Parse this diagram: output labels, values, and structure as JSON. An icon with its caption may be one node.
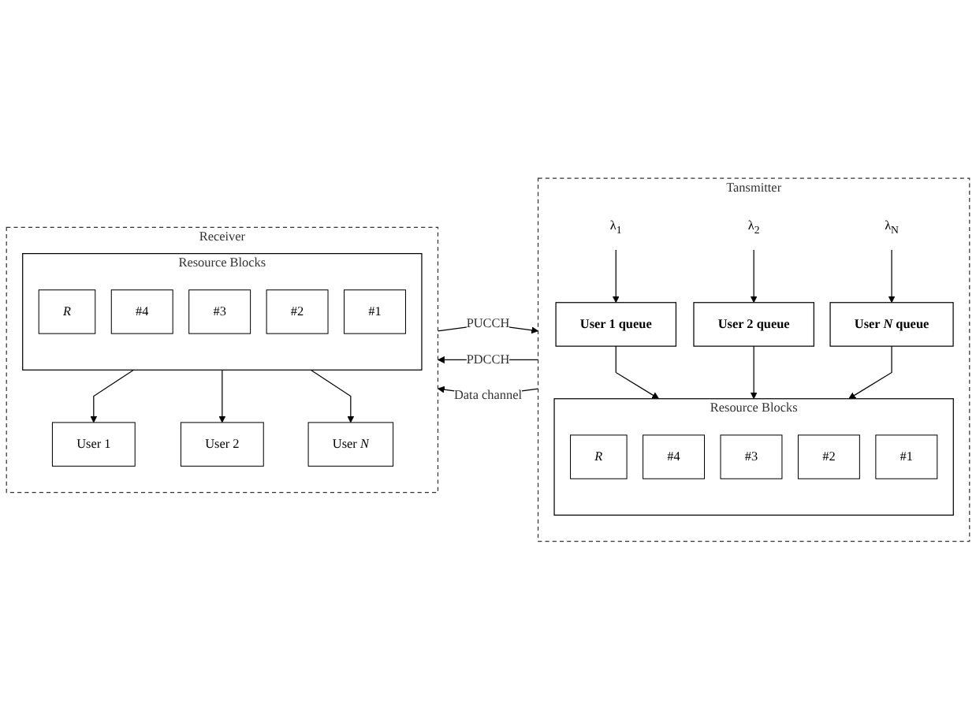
{
  "diagram": {
    "nodes": [
      {
        "text": [
          "Tansmitter"
        ]
      },
      {
        "text": [
          "λ$_{1}$"
        ],
        "in": 0
      },
      {
        "text": [
          "User 1 queue"
        ],
        "in": 0
      },
      {
        "text": [
          "λ$_{2}$"
        ],
        "in": 0
      },
      {
        "text": [
          "User 2 queue"
        ],
        "in": 0
      },
      {
        "text": [
          "λ$_{N}$"
        ],
        "in": 0
      },
      {
        "text": [
          "User *N* queue"
        ],
        "in": 0
      },
      {
        "text": [
          "Resource Blocks"
        ],
        "in": 0
      },
      {
        "text": [
          "R"
        ],
        "in": 7
      },
      {
        "text": [
          "#4"
        ],
        "in": 7
      },
      {
        "text": [
          "#3"
        ],
        "in": 7
      },
      {
        "text": [
          "#2"
        ],
        "in": 7
      },
      {
        "text": [
          "#1"
        ],
        "in": 7
      },
      {
        "text": [
          "Receiver"
        ]
      },
      {
        "text": [
          "Resource Blocks"
        ],
        "in": 13
      },
      {
        "text": [
          "R"
        ],
        "in": 14
      },
      {
        "text": [
          "#4"
        ],
        "in": 14
      },
      {
        "text": [
          "#3"
        ],
        "in": 14
      },
      {
        "text": [
          "#2"
        ],
        "in": 14
      },
      {
        "text": [
          "#1"
        ],
        "in": 14
      },
      {
        "text": [
          "User 1"
        ],
        "in": 13
      },
      {
        "text": [
          "User 2"
        ],
        "in": 13
      },
      {
        "text": [
          "User *N*"
        ],
        "in": 13
      }
    ],
    "edges": [
      {
        "from": 1,
        "to": 2,
        "arrow": "to"
      },
      {
        "from": 3,
        "to": 4,
        "arrow": "to"
      },
      {
        "from": 5,
        "to": 6,
        "arrow": "to"
      },
      {
        "from": 2,
        "to": 7,
        "arrow": "to"
      },
      {
        "from": 4,
        "to": 7,
        "arrow": "to"
      },
      {
        "from": 6,
        "to": 7,
        "arrow": "to"
      },
      {
        "from": 0,
        "to": 13,
        "arrow": "to",
        "label": "PDCCH"
      },
      {
        "from": 0,
        "to": 13,
        "arrow": "to",
        "label": "Data channel"
      },
      {
        "from": 13,
        "to": 0,
        "arrow": "to",
        "label": "PUCCH"
      },
      {
        "from": 14,
        "to": 20,
        "arrow": "to"
      },
      {
        "from": 14,
        "to": 21,
        "arrow": "to"
      },
      {
        "from": 14,
        "to": 22,
        "arrow": "to"
      }
    ]
  }
}
